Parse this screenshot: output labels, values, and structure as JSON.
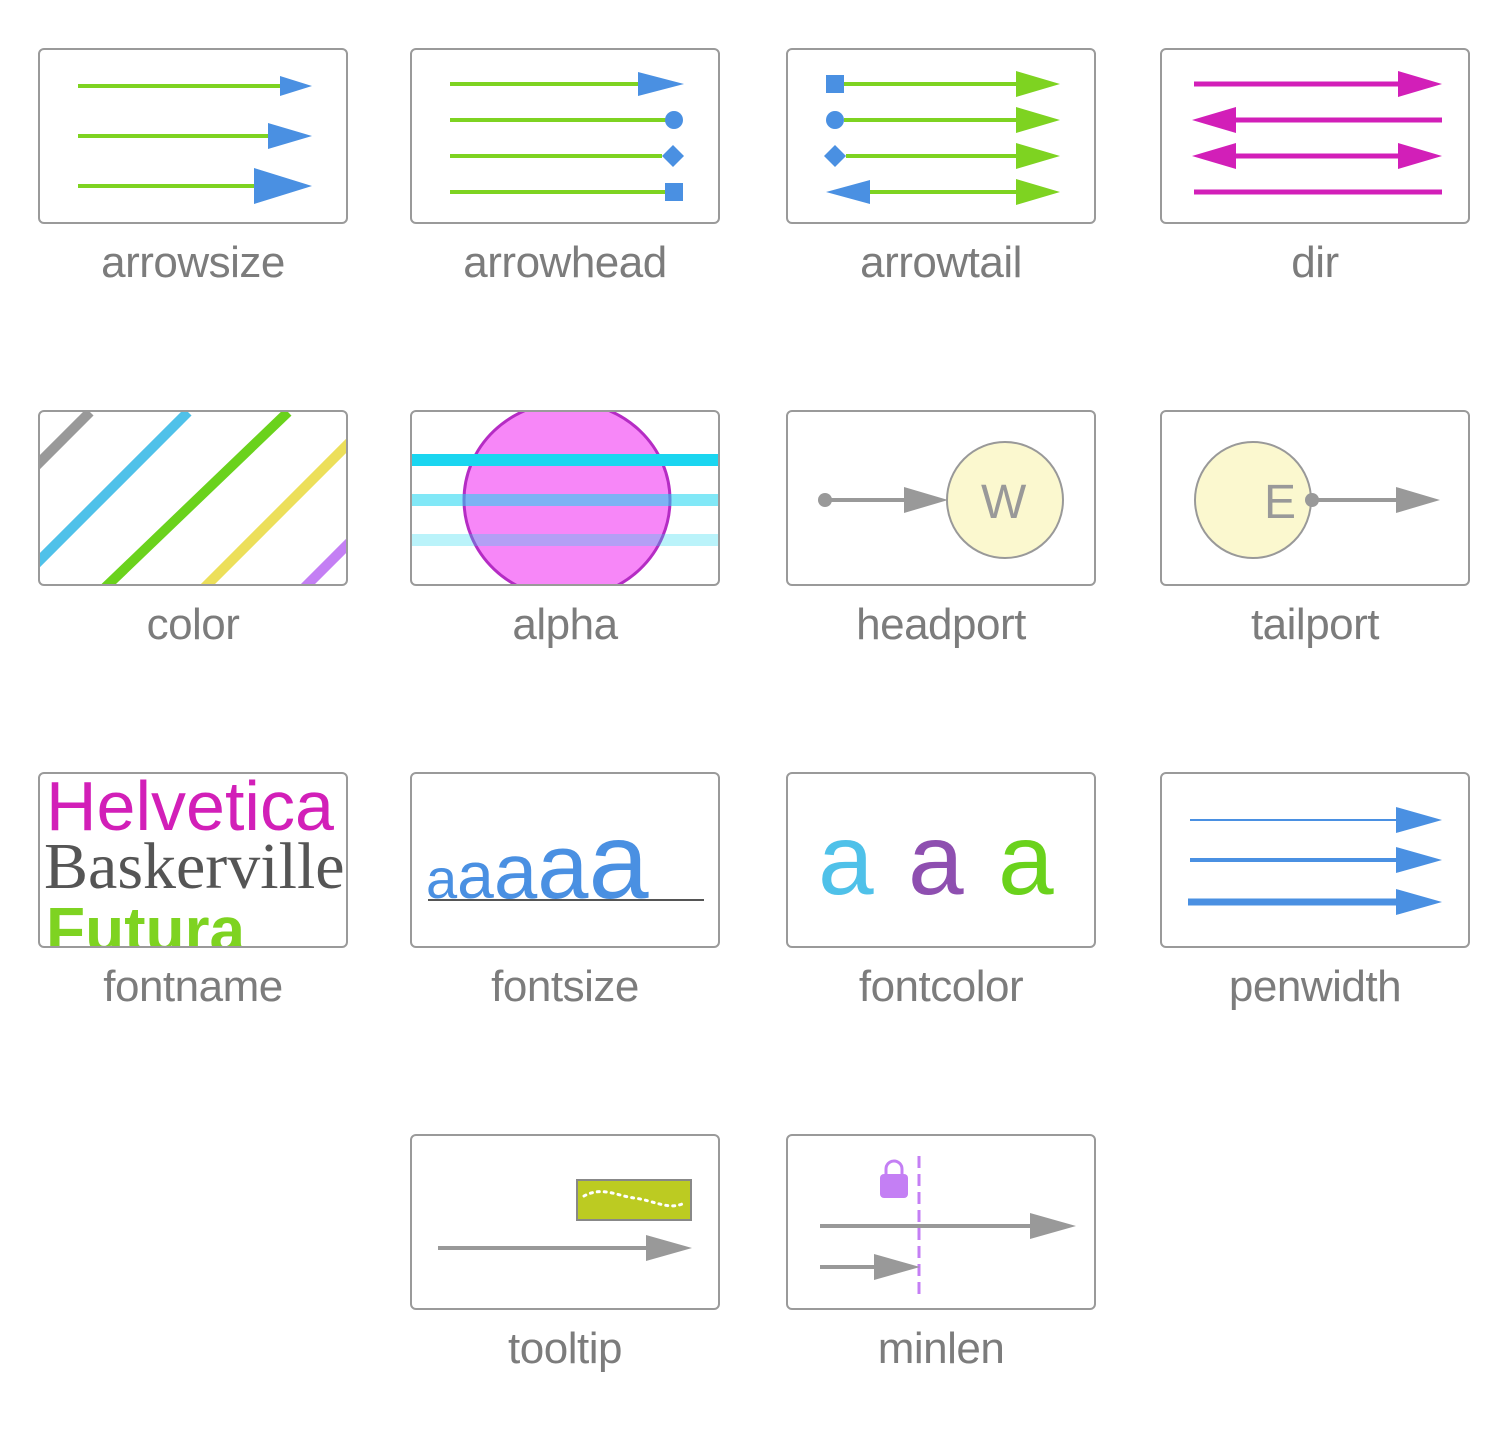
{
  "tiles": [
    {
      "label": "arrowsize"
    },
    {
      "label": "arrowhead"
    },
    {
      "label": "arrowtail"
    },
    {
      "label": "dir"
    },
    {
      "label": "color"
    },
    {
      "label": "alpha"
    },
    {
      "label": "headport",
      "port_letter": "W"
    },
    {
      "label": "tailport",
      "port_letter": "E"
    },
    {
      "label": "fontname",
      "samples": [
        "Helvetica",
        "Baskerville",
        "Futura"
      ]
    },
    {
      "label": "fontsize",
      "sample": "aaaaa"
    },
    {
      "label": "fontcolor",
      "samples": [
        "a",
        "a",
        "a"
      ]
    },
    {
      "label": "penwidth"
    },
    {
      "label": "tooltip"
    },
    {
      "label": "minlen"
    }
  ],
  "colors": {
    "green": "#7ed321",
    "blue": "#4a90e2",
    "magenta": "#d21fb8",
    "gray": "#999999",
    "cyan": "#1ad6f0",
    "pink": "#f787f8",
    "yellow_node": "#fbf8cf",
    "purple": "#9b59d0",
    "olive": "#bccb22",
    "lavender": "#c47ff4"
  },
  "icons": [
    "padlock-icon"
  ]
}
